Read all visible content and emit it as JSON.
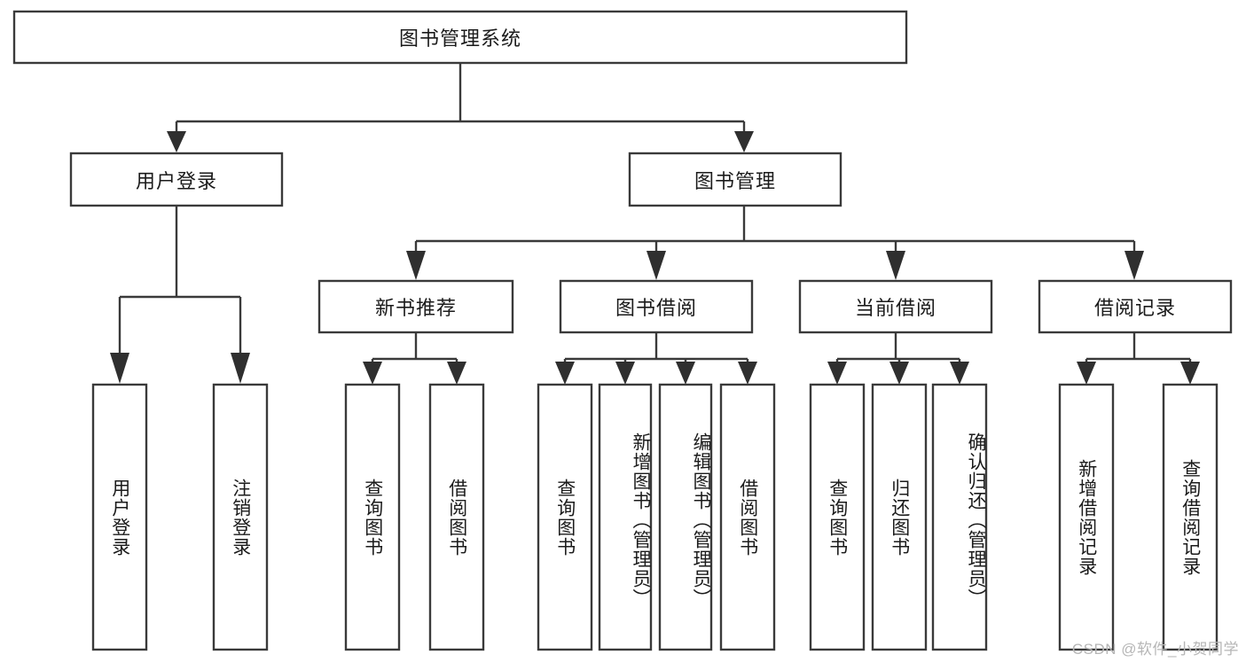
{
  "diagram": {
    "title": "图书管理系统",
    "watermark": "CSDN @软件_小贺同学",
    "colors": {
      "background": "#ffffff",
      "box_fill": "#ffffff",
      "box_stroke": "#3a3a3a",
      "text": "#1b1b1b",
      "watermark": "#b6b6b6"
    },
    "root": {
      "label": "图书管理系统",
      "orientation": "horizontal"
    },
    "level1": [
      {
        "label": "用户登录",
        "orientation": "horizontal"
      },
      {
        "label": "图书管理",
        "orientation": "horizontal"
      }
    ],
    "level2": [
      {
        "label": "新书推荐",
        "orientation": "horizontal"
      },
      {
        "label": "图书借阅",
        "orientation": "horizontal"
      },
      {
        "label": "当前借阅",
        "orientation": "horizontal"
      },
      {
        "label": "借阅记录",
        "orientation": "horizontal"
      }
    ],
    "leaves": {
      "user_login": [
        {
          "label": "用户登录",
          "orientation": "vertical"
        },
        {
          "label": "注销登录",
          "orientation": "vertical"
        }
      ],
      "new_book_recommend": [
        {
          "label": "查询图书",
          "orientation": "vertical"
        },
        {
          "label": "借阅图书",
          "orientation": "vertical"
        }
      ],
      "book_borrow": [
        {
          "label": "查询图书",
          "orientation": "vertical"
        },
        {
          "label": "新增图书（管理员）",
          "orientation": "vertical"
        },
        {
          "label": "编辑图书（管理员）",
          "orientation": "vertical"
        },
        {
          "label": "借阅图书",
          "orientation": "vertical"
        }
      ],
      "current_borrow": [
        {
          "label": "查询图书",
          "orientation": "vertical"
        },
        {
          "label": "归还图书",
          "orientation": "vertical"
        },
        {
          "label": "确认归还（管理员）",
          "orientation": "vertical"
        }
      ],
      "borrow_record": [
        {
          "label": "新增借阅记录",
          "orientation": "vertical"
        },
        {
          "label": "查询借阅记录",
          "orientation": "vertical"
        }
      ]
    }
  }
}
